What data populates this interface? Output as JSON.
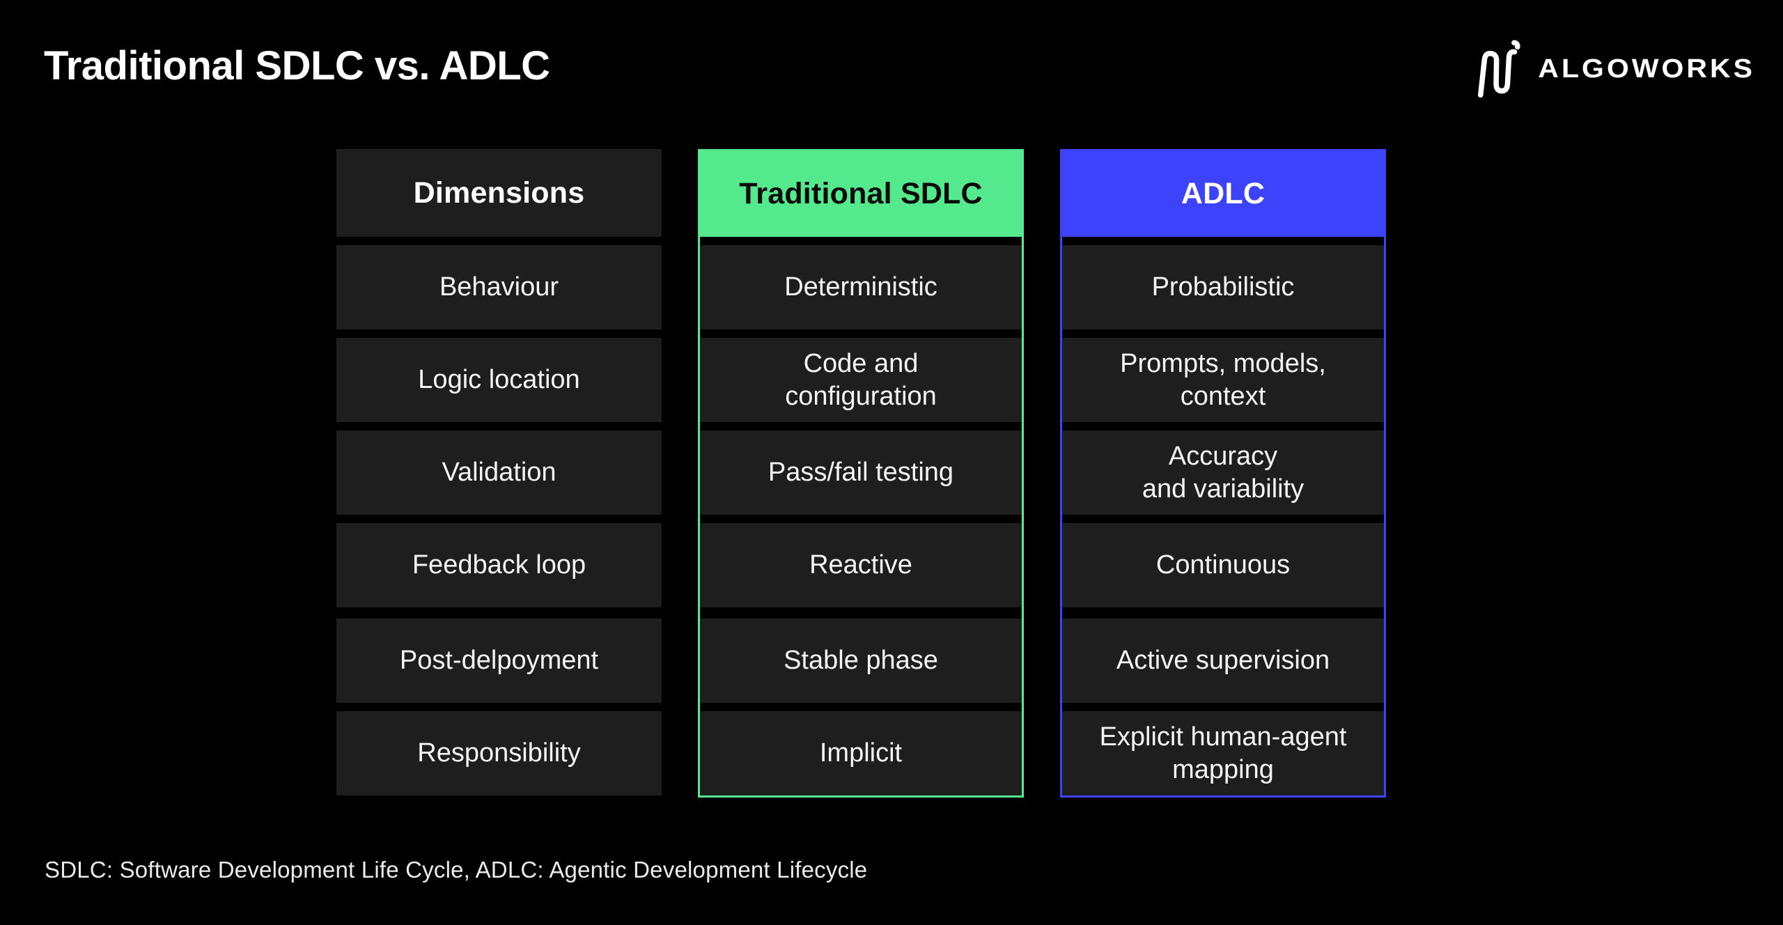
{
  "page": {
    "background_color": "#000000"
  },
  "header": {
    "title": "Traditional SDLC vs. ADLC",
    "brand": {
      "name": "ALGOWORKS",
      "icon": "algoworks-squiggle-icon",
      "color": "#FFFFFF"
    }
  },
  "table": {
    "cell_bg_color": "#1E1E1E",
    "cell_text_color": "#F4F4F4",
    "columns": [
      {
        "id": "dimensions",
        "header": "Dimensions",
        "header_bg_color": "#1E1E1E",
        "header_text_color": "#FFFFFF",
        "border_color": null,
        "cells": [
          "Behaviour",
          "Logic location",
          "Validation",
          "Feedback loop",
          "Post-delpoyment",
          "Responsibility"
        ]
      },
      {
        "id": "traditional-sdlc",
        "header": "Traditional SDLC",
        "header_bg_color": "#54E98D",
        "header_text_color": "#0B0B0B",
        "border_color": "#54E98D",
        "cells": [
          "Deterministic",
          "Code and\nconfiguration",
          "Pass/fail testing",
          "Reactive",
          "Stable phase",
          "Implicit"
        ]
      },
      {
        "id": "adlc",
        "header": "ADLC",
        "header_bg_color": "#3C43FA",
        "header_text_color": "#FFFFFF",
        "border_color": "#3C43FA",
        "cells": [
          "Probabilistic",
          "Prompts, models,\ncontext",
          "Accuracy\nand variability",
          "Continuous",
          "Active supervision",
          "Explicit human-agent\nmapping"
        ]
      }
    ]
  },
  "footer": {
    "note": "SDLC: Software Development Life Cycle, ADLC: Agentic Development Lifecycle"
  }
}
